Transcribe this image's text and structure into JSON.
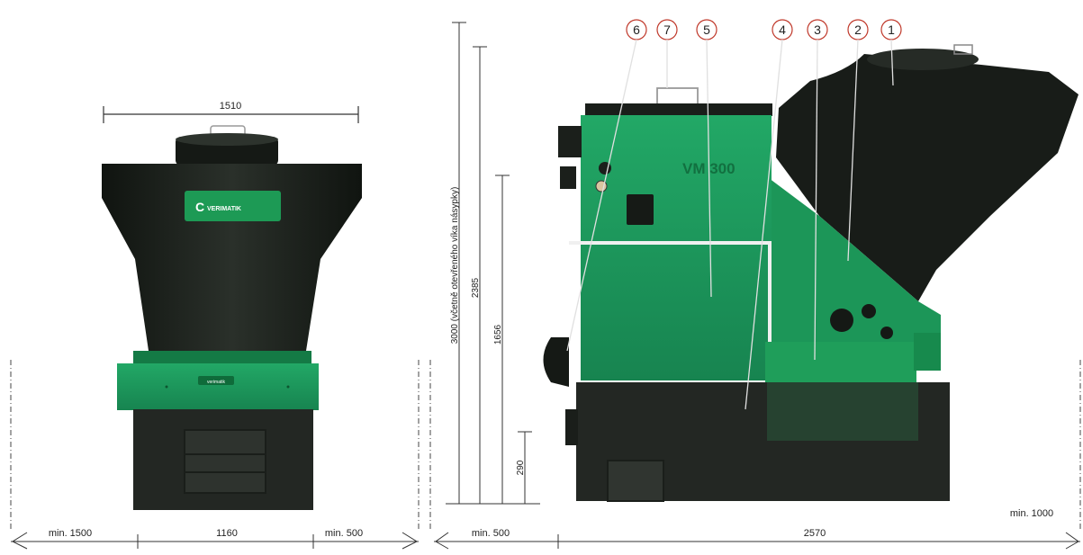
{
  "front_view": {
    "width_dim": "1510",
    "brand_label": "VERIMATIK",
    "small_badge": "verimatik",
    "floor_dims": [
      "min. 1500",
      "1160",
      "min. 500"
    ]
  },
  "side_view": {
    "model_text": "VM 300",
    "height_dims": {
      "total_open": "3000 (včetně otevřeného víka násypky)",
      "total": "2385",
      "body": "1656",
      "base": "290"
    },
    "floor_dims": [
      "min. 500",
      "2570",
      "min. 1000"
    ],
    "callouts": [
      "6",
      "7",
      "5",
      "4",
      "3",
      "2",
      "1"
    ]
  },
  "colors": {
    "body_green": "#1f9e5a",
    "dark_green": "#16683c",
    "hopper_black": "#1b1f1b",
    "base_black": "#262a26"
  }
}
